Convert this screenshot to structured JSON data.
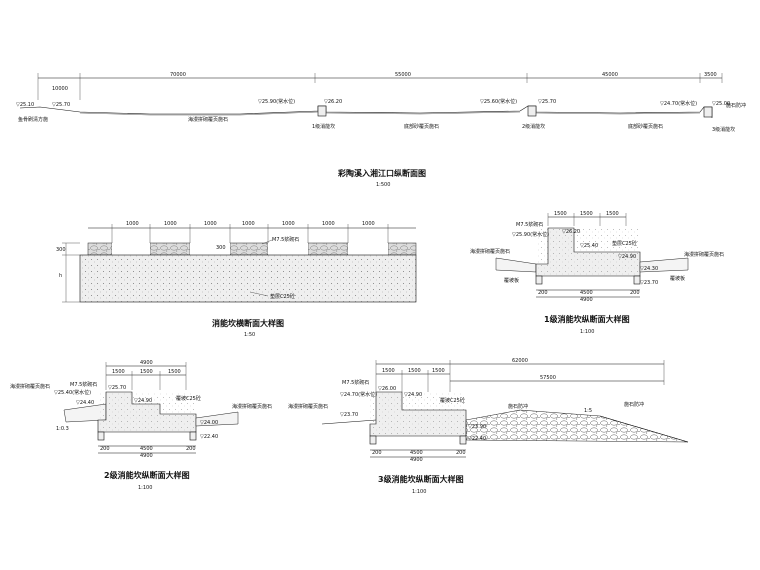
{
  "profile": {
    "dims": [
      "10000",
      "70000",
      "55000",
      "45000",
      "3500"
    ],
    "elevations": [
      "▽25.10",
      "▽25.70",
      "▽25.90(常水位)",
      "▽26.20",
      "▽25.60(常水位)",
      "▽25.70",
      "▽24.70(常水位)",
      "▽25.00"
    ],
    "labels": [
      "鱼骨刷清方施",
      "海漫拼砌覆页施石",
      "1级消能坎",
      "底部砂覆页施石",
      "2级消能坎",
      "底部砂覆页施石",
      "3级消能坎",
      "施石防冲"
    ],
    "title": "彩陶溪入湘江口纵断面图",
    "scale": "1:500"
  },
  "cross": {
    "dims": [
      "1000",
      "1000",
      "1000",
      "1000",
      "1000",
      "1000",
      "1000"
    ],
    "side_dims": [
      "300",
      "h"
    ],
    "notes": [
      "300",
      "M7.5浆砌石",
      "垫层C25砼"
    ],
    "title": "消能坎横断面大样图",
    "scale": "1:50"
  },
  "detail1": {
    "top_dims": [
      "1500",
      "1500",
      "1500"
    ],
    "elevations": [
      "▽26.20",
      "▽25.90(常水位)",
      "▽25.40",
      "▽24.90",
      "▽24.30",
      "▽23.70"
    ],
    "notes": [
      "M7.5浆砌石",
      "海漫拼砌覆页施石",
      "垫层C25砼",
      "海漫拼砌覆页施石",
      "覆坡板",
      "覆坡板"
    ],
    "bottom_dims": [
      "200",
      "4500",
      "200",
      "4900"
    ],
    "title": "1级消能坎纵断面大样图",
    "scale": "1:100"
  },
  "detail2": {
    "top_dims": [
      "4900",
      "1500",
      "1500",
      "1500"
    ],
    "elevations": [
      "▽25.70",
      "▽25.40(常水位)",
      "▽24.40",
      "▽24.90",
      "▽24.00",
      "▽22.40"
    ],
    "notes": [
      "M7.5浆砌石",
      "海漫拼砌覆页施石",
      "覆坡C25砼",
      "海漫拼砌覆页施石",
      "1:0.3"
    ],
    "bottom_dims": [
      "200",
      "4500",
      "200",
      "4900"
    ],
    "title": "2级消能坎纵断面大样图",
    "scale": "1:100"
  },
  "detail3": {
    "top_dims": [
      "62000",
      "1500",
      "1500",
      "1500",
      "57500"
    ],
    "elevations": [
      "▽26.00",
      "▽24.70(常水位)",
      "▽24.90",
      "▽23.70",
      "▽23.90",
      "▽22.40"
    ],
    "notes": [
      "M7.5浆砌石",
      "海漫拼砌覆页施石",
      "覆坡C25砼",
      "施石防冲",
      "施石防冲",
      "1:5"
    ],
    "bottom_dims": [
      "200",
      "4500",
      "200",
      "4900"
    ],
    "title": "3级消能坎纵断面大样图",
    "scale": "1:100"
  }
}
